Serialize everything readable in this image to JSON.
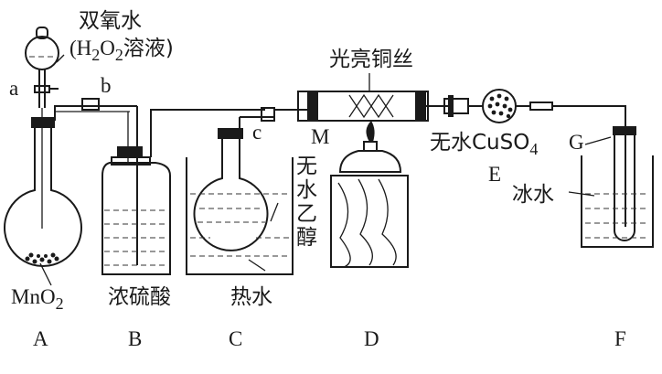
{
  "labels": {
    "peroxide_line1": "双氧水",
    "peroxide_line2_pre": "(H",
    "peroxide_sub2a": "2",
    "peroxide_O": "O",
    "peroxide_sub2b": "2",
    "peroxide_post": "溶液)",
    "copper_wire": "光亮铜丝",
    "valve_a": "a",
    "valve_b": "b",
    "valve_c": "c",
    "label_M": "M",
    "anhydrous_ethanol": [
      "无",
      "水",
      "乙",
      "醇"
    ],
    "anhydrous_cuso4_pre": "无水CuSO",
    "anhydrous_cuso4_sub": "4",
    "label_G": "G",
    "label_E": "E",
    "ice_water": "冰水",
    "mno2_pre": "MnO",
    "mno2_sub": "2",
    "conc_sulfuric": "浓硫酸",
    "hot_water": "热水"
  },
  "apparatus_letters": [
    "A",
    "B",
    "C",
    "D",
    "F"
  ]
}
